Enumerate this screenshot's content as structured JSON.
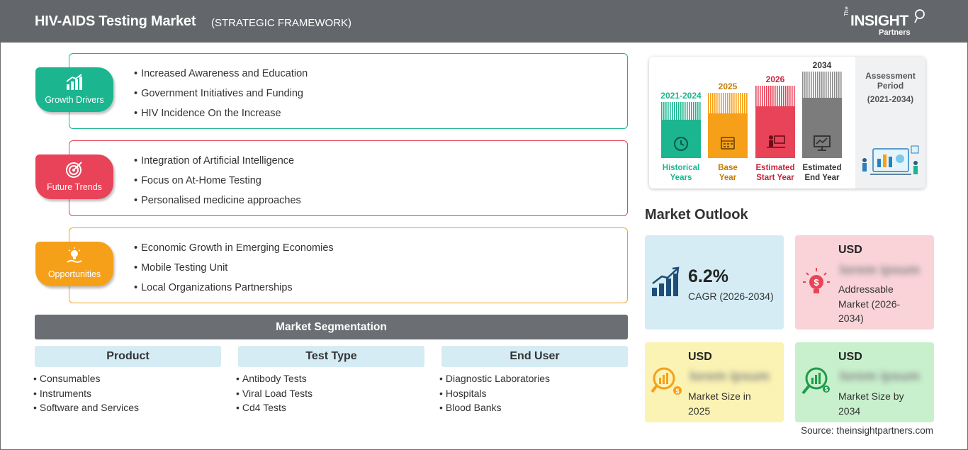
{
  "header": {
    "title": "HIV-AIDS Testing Market",
    "subtitle": "(STRATEGIC FRAMEWORK)",
    "logo": {
      "the": "The",
      "main": "INSIGHT",
      "sub": "Partners"
    }
  },
  "panels": [
    {
      "label": "Growth Drivers",
      "color": "#1bb58f",
      "icon": "growth-chart-icon",
      "items": [
        "Increased Awareness and Education",
        "Government Initiatives and Funding",
        "HIV Incidence On the Increase"
      ]
    },
    {
      "label": "Future Trends",
      "color": "#e84358",
      "icon": "target-icon",
      "items": [
        "Integration of Artificial Intelligence",
        "Focus on At-Home Testing",
        "Personalised medicine approaches"
      ]
    },
    {
      "label": "Opportunities",
      "color": "#f6a01a",
      "icon": "lightbulb-hand-icon",
      "items": [
        "Economic Growth in Emerging Economies",
        "Mobile Testing Unit",
        "Local Organizations Partnerships"
      ]
    }
  ],
  "segmentation": {
    "title": "Market Segmentation",
    "columns": [
      {
        "head": "Product",
        "items": [
          "Consumables",
          "Instruments",
          "Software and Services"
        ]
      },
      {
        "head": "Test Type",
        "items": [
          "Antibody Tests",
          "Viral Load Tests",
          "Cd4 Tests"
        ]
      },
      {
        "head": "End User",
        "items": [
          "Diagnostic Laboratories",
          "Hospitals",
          "Blood Banks"
        ]
      }
    ]
  },
  "timeline": {
    "columns": [
      {
        "year": "2021-2024",
        "caption1": "Historical",
        "caption2": "Years",
        "color": "#1bb58f",
        "icon": "history-icon"
      },
      {
        "year": "2025",
        "caption1": "Base",
        "caption2": "Year",
        "color": "#f6a01a",
        "icon": "calendar-icon"
      },
      {
        "year": "2026",
        "caption1": "Estimated",
        "caption2": "Start Year",
        "color": "#e84358",
        "icon": "presentation-icon"
      },
      {
        "year": "2034",
        "caption1": "Estimated",
        "caption2": "End Year",
        "color": "#7c7c7c",
        "icon": "monitor-chart-icon"
      }
    ],
    "assessment": {
      "label1": "Assessment",
      "label2": "Period",
      "range": "(2021-2034)"
    }
  },
  "outlook": {
    "title": "Market Outlook",
    "cagr": {
      "value": "6.2%",
      "label": "CAGR (2026-2034)",
      "bg": "#d5ecf5"
    },
    "addressable": {
      "usd": "USD",
      "value": "lorem ipsum",
      "label1": "Addressable",
      "label2": "Market (2026-",
      "label3": "2034)",
      "bg": "#f9d3d8"
    },
    "size2025": {
      "usd": "USD",
      "value": "lorem ipsum",
      "label1": "Market Size in",
      "label2": "2025",
      "bg": "#fbf3b3"
    },
    "size2034": {
      "usd": "USD",
      "value": "lorem ipsum",
      "label1": "Market Size by",
      "label2": "2034",
      "bg": "#c8f0cd"
    }
  },
  "source": "Source: theinsightpartners.com"
}
